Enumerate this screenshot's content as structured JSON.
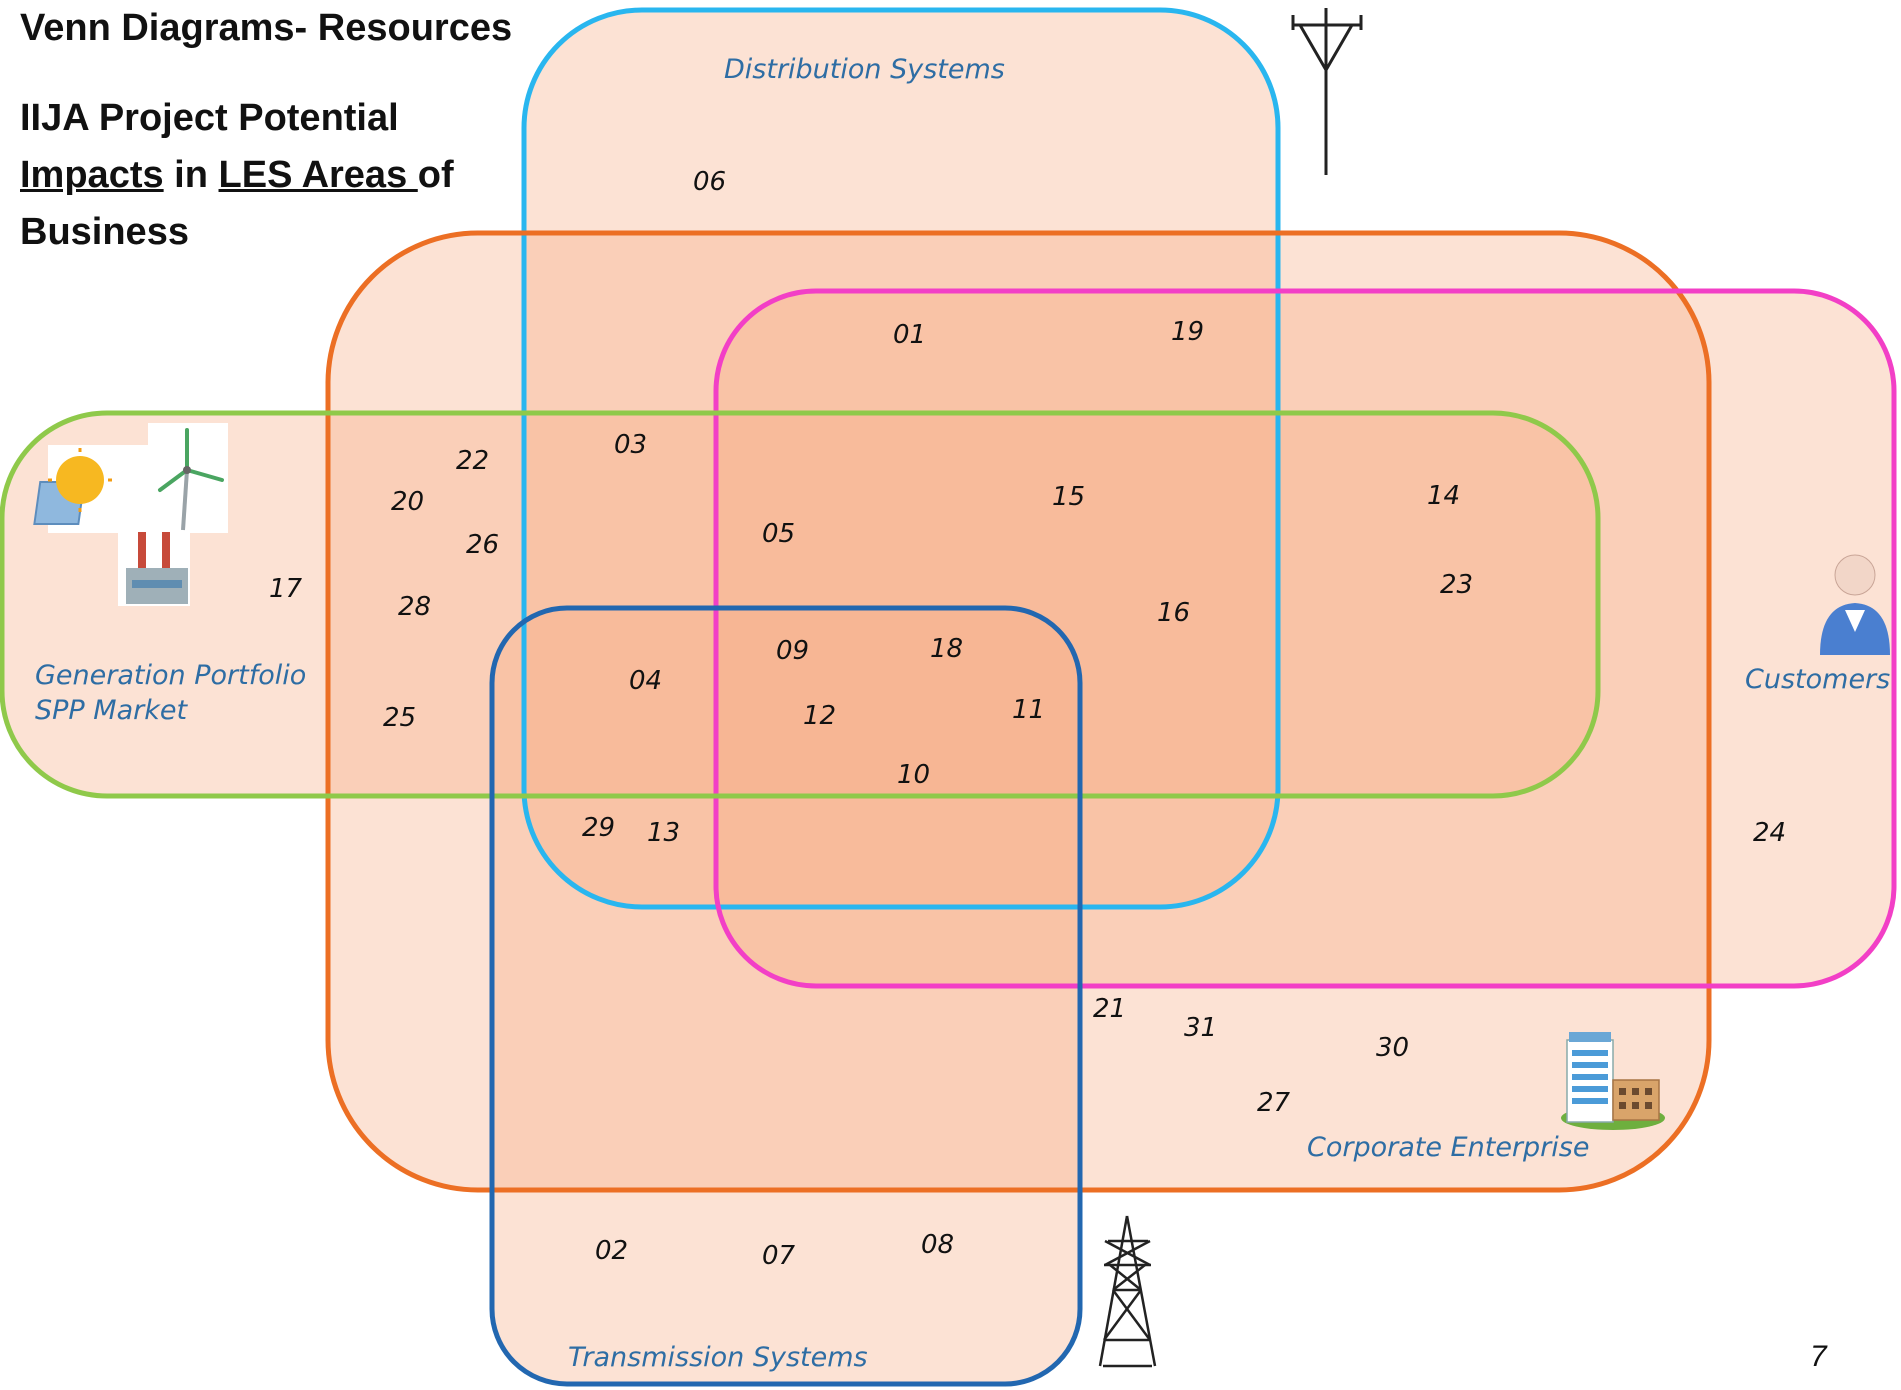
{
  "title": {
    "line1": "Venn Diagrams- Resources",
    "line2_a": "IIJA Project Potential",
    "line2_b": "Impacts",
    "line2_c": " in ",
    "line2_d": "LES Areas ",
    "line2_e": "of",
    "line2_f": "Business"
  },
  "regions": {
    "distribution": "Distribution Systems",
    "generation_1": "Generation Portfolio",
    "generation_2": "SPP Market",
    "customers": "Customers",
    "corporate": "Corporate Enterprise",
    "transmission": "Transmission Systems"
  },
  "colors": {
    "fill": "#f7b089",
    "distribution_stroke": "#29b6ef",
    "corporate_stroke": "#ec6f24",
    "customers_stroke": "#f23fc6",
    "generation_stroke": "#8fc94a",
    "transmission_stroke": "#2267b0",
    "label": "#2e6da4"
  },
  "icons": [
    "distribution-pole-icon",
    "solar-wind-plant-icon",
    "customer-person-icon",
    "corporate-building-icon",
    "transmission-tower-icon"
  ],
  "project_numbers": {
    "n01": "01",
    "n02": "02",
    "n03": "03",
    "n04": "04",
    "n05": "05",
    "n06": "06",
    "n07": "07",
    "n08": "08",
    "n09": "09",
    "n10": "10",
    "n11": "11",
    "n12": "12",
    "n13": "13",
    "n14": "14",
    "n15": "15",
    "n16": "16",
    "n17": "17",
    "n18": "18",
    "n19": "19",
    "n20": "20",
    "n21": "21",
    "n22": "22",
    "n23": "23",
    "n24": "24",
    "n25": "25",
    "n26": "26",
    "n27": "27",
    "n28": "28",
    "n29": "29",
    "n30": "30",
    "n31": "31"
  },
  "slide_number": "7"
}
